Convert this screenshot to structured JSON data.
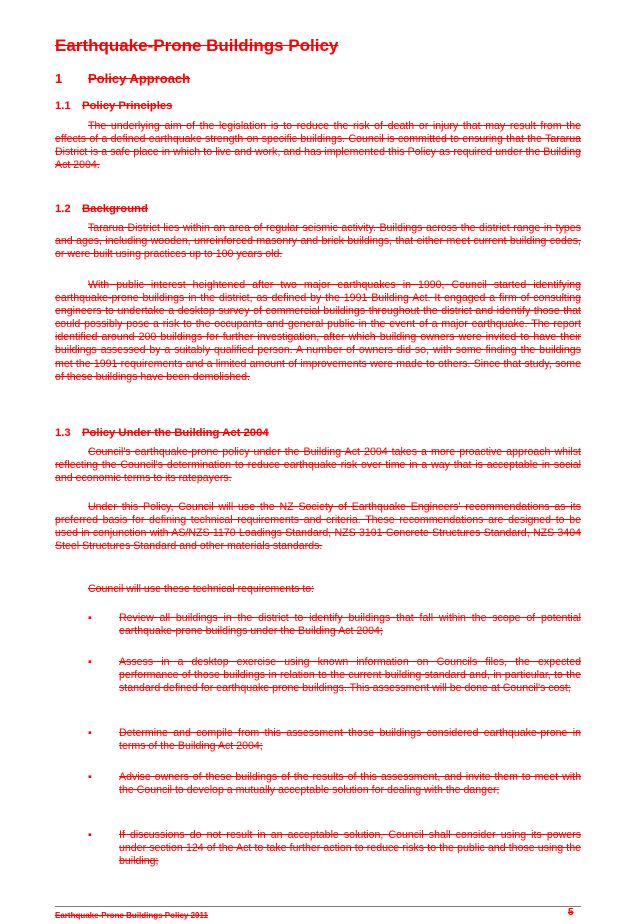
{
  "doc": {
    "title": "Earthquake-Prone Buildings Policy",
    "section1": {
      "number": "1",
      "heading": "Policy Approach"
    },
    "s1_1": {
      "number": "1.1",
      "heading": "Policy Principles",
      "p1": "The underlying aim of the legislation is to reduce the risk of death or injury that may result from the effects of a defined earthquake strength on specific buildings.  Council is committed to ensuring that the Tararua District is a safe place in which to live and work, and has implemented this Policy as required under the Building Act 2004."
    },
    "s1_2": {
      "number": "1.2",
      "heading": "Background",
      "p1": "Tararua District lies within an area of regular seismic activity.  Buildings across the district range in types and ages, including wooden, unreinforced masonry and brick buildings, that either meet current building codes, or were built using practices up to 100 years old.",
      "p2": "With public interest heightened after two major earthquakes in 1990, Council started identifying earthquake-prone buildings in the district, as defined by the 1991 Building Act.  It engaged a firm of consulting engineers to undertake a desktop survey of commercial buildings throughout the district and identify those that could possibly pose a risk to the occupants and general public in the event of a major earthquake.  The report identified around 200 buildings for further investigation, after which building owners were invited to have their buildings assessed by a suitably qualified person.  A number of owners did so, with some finding the buildings met the 1991 requirements and a limited amount of improvements were made to others.  Since that study, some of these buildings have been demolished."
    },
    "s1_3": {
      "number": "1.3",
      "heading": "Policy Under the Building Act 2004",
      "p1": "Council's earthquake-prone policy under the Building Act 2004 takes a more proactive approach whilst reflecting the Council's determination to reduce earthquake risk over time in a way that is acceptable in social and economic terms to its ratepayers.",
      "p2": "Under this Policy, Council will use the NZ Society of Earthquake Engineers' recommendations as its preferred basis for defining technical requirements and criteria. These recommendations are designed to be used in conjunction with AS/NZS 1170 Loadings Standard, NZS 3101 Concrete Structures Standard, NZS 3404 Steel Structures Standard and other materials standards.",
      "p3": "Council will use these technical requirements to:",
      "bullets": [
        "Review all buildings in the district to identify buildings that fall within the scope of potential earthquake-prone buildings under the Building Act 2004;",
        "Assess in a desktop exercise using known information on Councils files, the expected performance of those buildings in relation to the current building standard and, in particular, to the standard defined for earthquake prone buildings.  This assessment will be done at Council's cost;",
        "Determine and compile from this assessment those buildings considered earthquake-prone in terms of the Building Act 2004;",
        "Advise owners of these buildings of the results of this assessment, and invite them to meet with the Council to develop a mutually acceptable solution for dealing with the danger;",
        "If discussions do not result in an acceptable solution, Council shall consider using its powers under section 124 of the Act to take further action to reduce risks to the public and those using the building;"
      ]
    },
    "footer": {
      "left": "Earthquake-Prone Buildings Policy 2011",
      "page": "5"
    },
    "colors": {
      "tracked_deletion": "#ff0000",
      "footer_rule": "#7f7f7f"
    }
  }
}
